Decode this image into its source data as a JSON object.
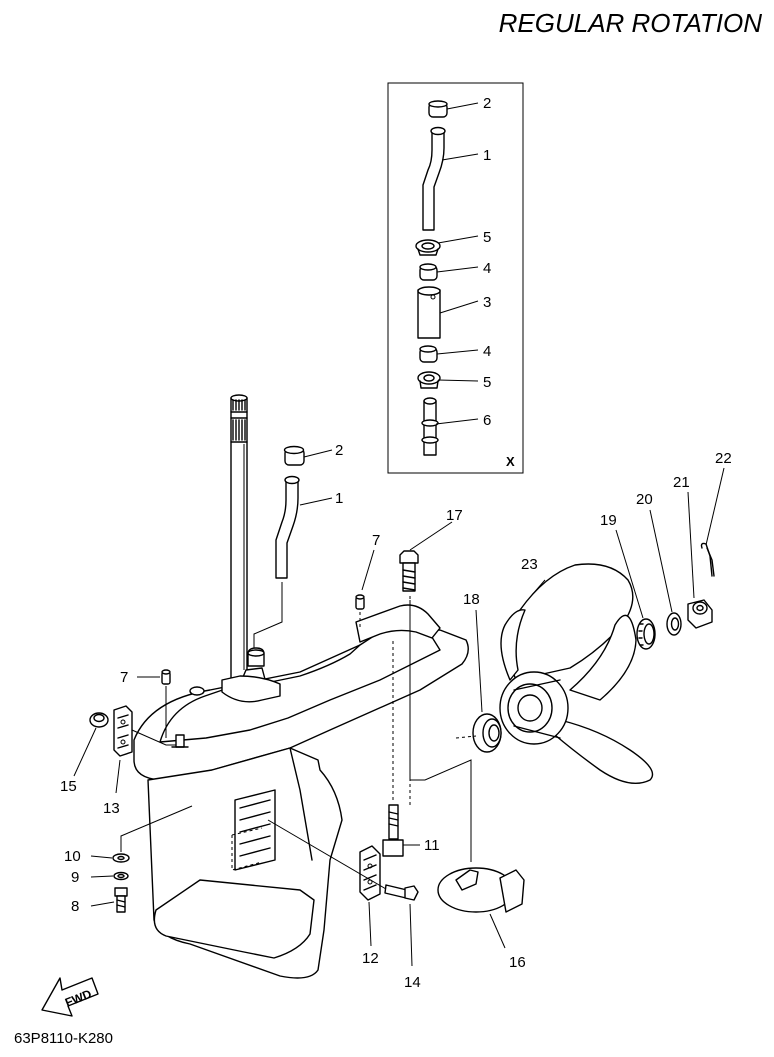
{
  "title": "REGULAR ROTATION",
  "diagram_code": "63P8110-K280",
  "inset_label": "X",
  "fwd_label": "FWD",
  "callouts": {
    "c1a": "1",
    "c2a": "2",
    "c5a": "5",
    "c4a": "4",
    "c3": "3",
    "c4b": "4",
    "c5b": "5",
    "c6": "6",
    "c2b": "2",
    "c1b": "1",
    "c7a": "7",
    "c17": "17",
    "c22": "22",
    "c21": "21",
    "c20": "20",
    "c19": "19",
    "c23": "23",
    "c18": "18",
    "c7b": "7",
    "c15": "15",
    "c13": "13",
    "c10": "10",
    "c9": "9",
    "c8": "8",
    "c11": "11",
    "c12": "12",
    "c14": "14",
    "c16": "16"
  }
}
